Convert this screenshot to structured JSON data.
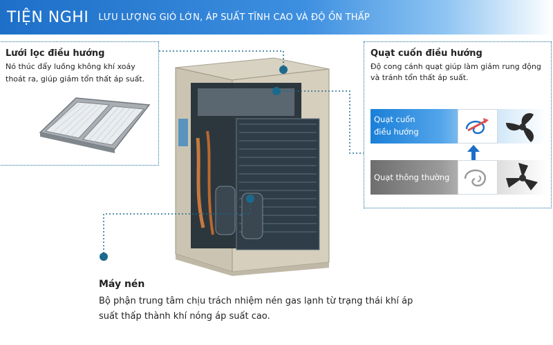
{
  "header": {
    "title": "TIỆN NGHI",
    "subtitle": "LƯU LƯỢNG GIÓ LỚN, ÁP SUẤT TĨNH CAO VÀ ĐỘ ỒN THẤP"
  },
  "filter": {
    "title": "Lưới lọc điều hướng",
    "line1": "Nó thúc đẩy luồng không khí xoáy",
    "line2": "thoát ra, giúp giảm tổn thất áp suất."
  },
  "fan": {
    "title": "Quạt cuốn điều hướng",
    "line1": "Độ cong cánh quạt giúp làm giảm rung động",
    "line2": "và tránh tổn thất áp suất.",
    "guided_line1": "Quạt cuốn",
    "guided_line2": "điều hướng",
    "normal": "Quạt thông thường"
  },
  "compressor": {
    "title": "Máy nén",
    "line1": "Bộ phận trung tâm chịu trách nhiệm nén gas lạnh từ trạng thái khí áp",
    "line2": "suất thấp thành khí nóng áp suất cao."
  },
  "colors": {
    "accent": "#1d6fc8",
    "connector": "#1b6a8d"
  }
}
